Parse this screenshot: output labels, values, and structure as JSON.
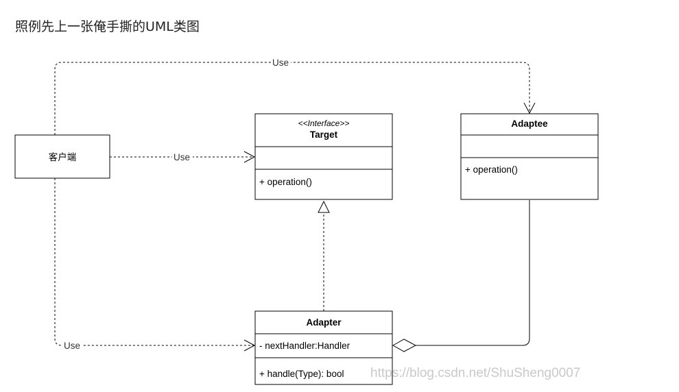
{
  "title": "照例先上一张俺手撕的UML类图",
  "client": {
    "label": "客户端"
  },
  "target": {
    "stereotype": "<<Interface>>",
    "name": "Target",
    "attributes": "",
    "method": "+ operation()"
  },
  "adaptee": {
    "name": "Adaptee",
    "attributes": "",
    "method": "+ operation()"
  },
  "adapter": {
    "name": "Adapter",
    "attribute": "- nextHandler:Handler",
    "method": "+ handle(Type): bool"
  },
  "edges": {
    "client_adaptee": "Use",
    "client_target": "Use",
    "client_adapter": "Use"
  },
  "watermark": "https://blog.csdn.net/ShuSheng0007"
}
